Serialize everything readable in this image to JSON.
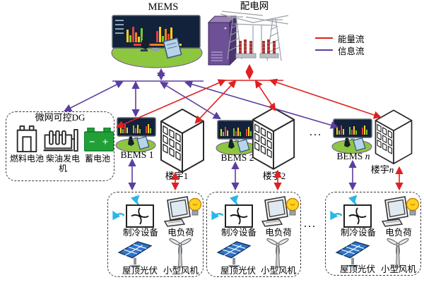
{
  "colors": {
    "energy_flow": "#e02020",
    "info_flow": "#5b3e9f",
    "station_green": "#8dc63f",
    "server_purple": "#6e5097",
    "battery_green": "#21a038",
    "solar_blue": "#2e74c8",
    "bulb_yellow": "#ffd21e",
    "cyan_flow": "#29b6e8",
    "screen_navy": "#12223a"
  },
  "top": {
    "mems_label": "MEMS",
    "grid_label": "配电网"
  },
  "legend": {
    "energy_label": "能量流",
    "info_label": "信息流"
  },
  "dg_box": {
    "title": "微网可控DG",
    "fuel_cell": "燃料电池",
    "diesel_generator": "柴油发电机",
    "battery": "蓄电池",
    "battery_minus": "−",
    "battery_plus": "+"
  },
  "units": [
    {
      "bems_prefix": "BEMS",
      "index": "1",
      "building_prefix": "楼宇",
      "index_class": "idx"
    },
    {
      "bems_prefix": "BEMS",
      "index": "2",
      "building_prefix": "楼宇",
      "index_class": "idx"
    },
    {
      "bems_prefix": "BEMS",
      "index": "n",
      "building_prefix": "楼宇",
      "index_class": "idx it"
    }
  ],
  "ellipsis": {
    "units_row": "...",
    "load_row": "..."
  },
  "load_boxes": [
    {
      "cooling": "制冷设备",
      "electric_load": "电负荷",
      "rooftop_pv": "屋顶光伏",
      "small_wind": "小型风机"
    },
    {
      "cooling": "制冷设备",
      "electric_load": "电负荷",
      "rooftop_pv": "屋顶光伏",
      "small_wind": "小型风机"
    },
    {
      "cooling": "制冷设备",
      "electric_load": "电负荷",
      "rooftop_pv": "屋顶光伏",
      "small_wind": "小型风机"
    }
  ]
}
